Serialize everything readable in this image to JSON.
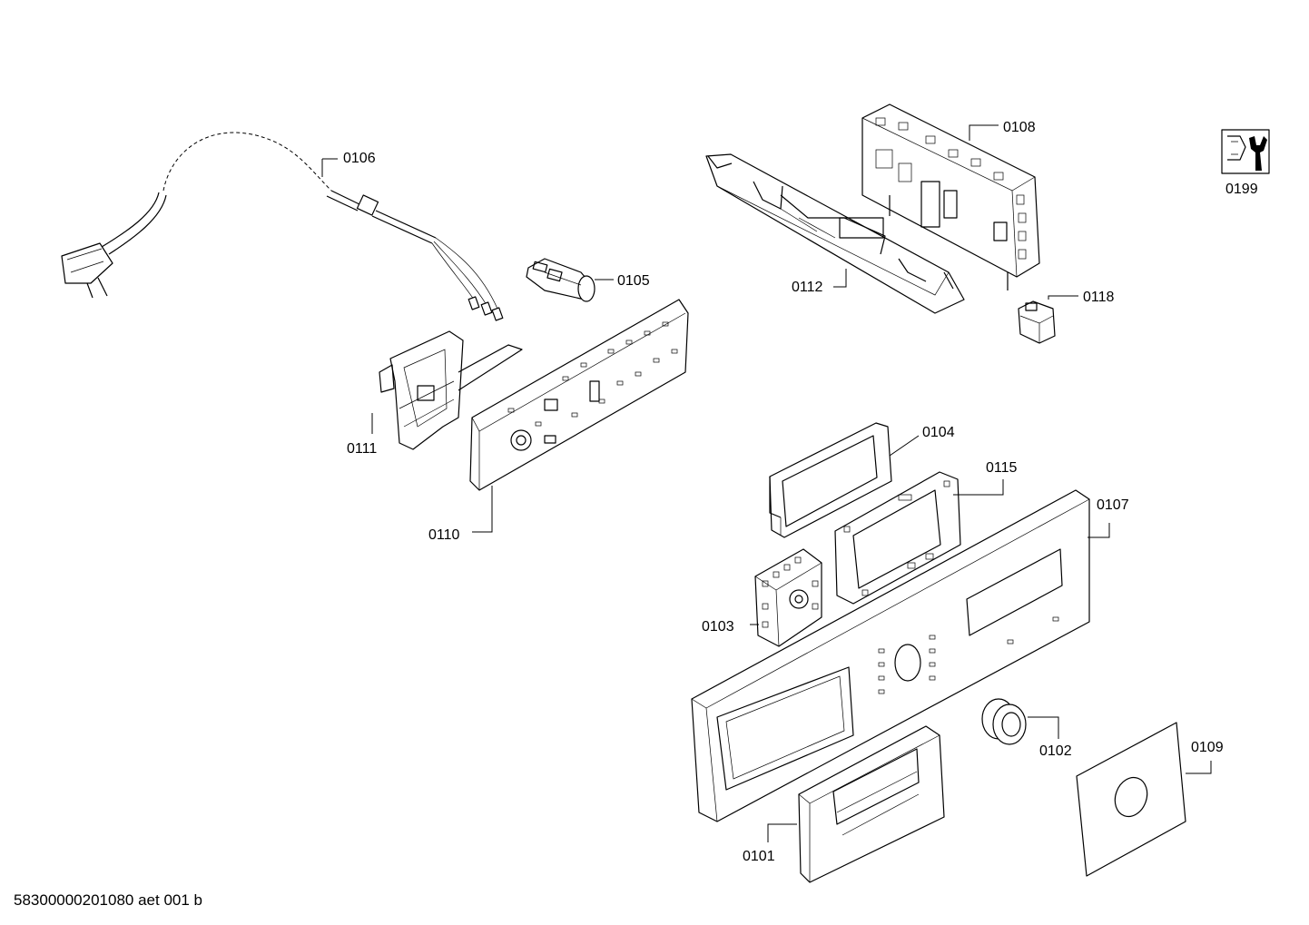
{
  "parts": [
    {
      "id": "wire-harness",
      "label": "0106"
    },
    {
      "id": "capacitor",
      "label": "0105"
    },
    {
      "id": "bracket-left",
      "label": "0111"
    },
    {
      "id": "control-pcb",
      "label": "0110"
    },
    {
      "id": "electronic-module",
      "label": "0108"
    },
    {
      "id": "tool-symbol",
      "label": "0199"
    },
    {
      "id": "holder",
      "label": "0112"
    },
    {
      "id": "small-switch",
      "label": "0118"
    },
    {
      "id": "display-cover",
      "label": "0104"
    },
    {
      "id": "display-frame",
      "label": "0115"
    },
    {
      "id": "control-panel",
      "label": "0107"
    },
    {
      "id": "rotary-switch-module",
      "label": "0103"
    },
    {
      "id": "knob",
      "label": "0102"
    },
    {
      "id": "trim-plate",
      "label": "0109"
    },
    {
      "id": "dispenser-handle",
      "label": "0101"
    }
  ],
  "footer": "58300000201080 aet 001 b"
}
